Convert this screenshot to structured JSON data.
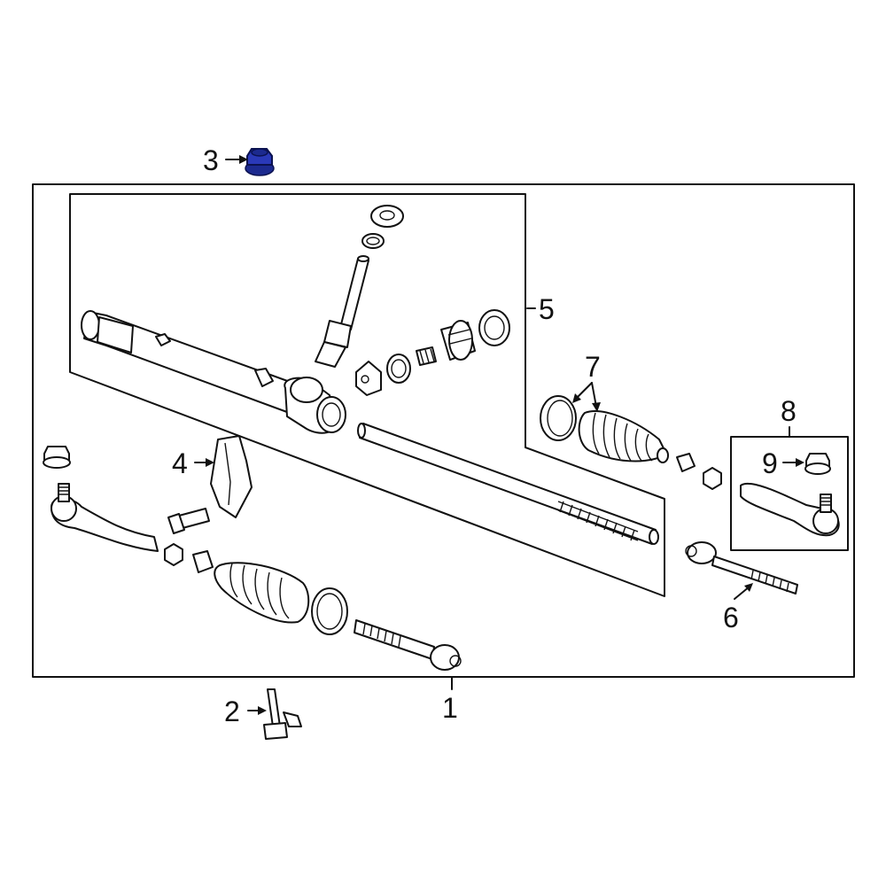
{
  "diagram": {
    "callouts": {
      "c1": "1",
      "c2": "2",
      "c3": "3",
      "c4": "4",
      "c5": "5",
      "c6": "6",
      "c7": "7",
      "c8": "8",
      "c9": "9"
    },
    "colors": {
      "highlight": "#2a39b8",
      "line": "#111111",
      "background": "#ffffff"
    }
  }
}
